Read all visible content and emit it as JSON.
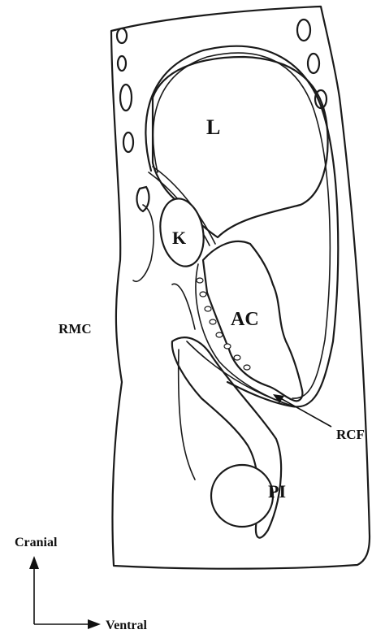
{
  "labels": {
    "liver": "L",
    "kidney": "K",
    "colon": "AC",
    "muscle": "RMC",
    "fascia": "RCF",
    "pelvis": "PI",
    "cranial": "Cranial",
    "ventral": "Ventral"
  }
}
